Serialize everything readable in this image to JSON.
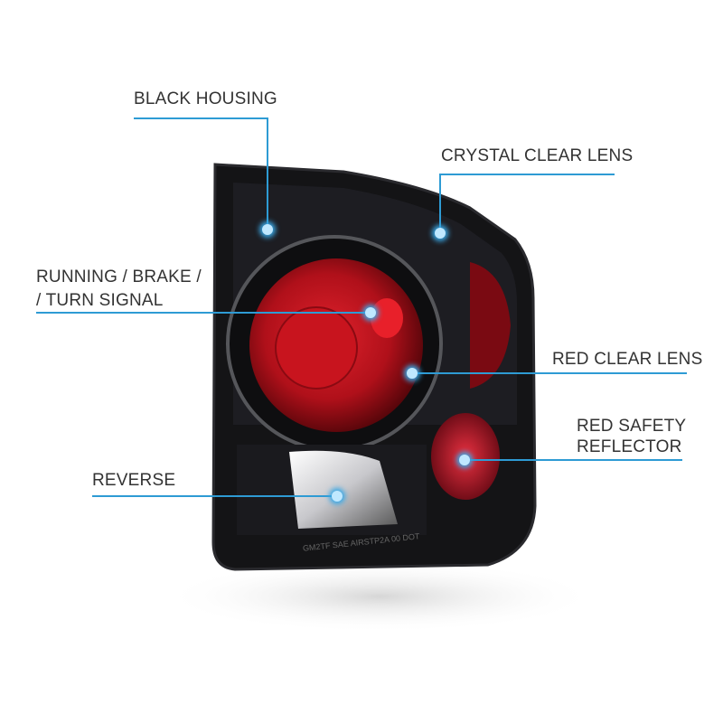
{
  "callouts": {
    "black_housing": "BLACK HOUSING",
    "crystal_clear_lens": "CRYSTAL CLEAR LENS",
    "running_brake_line1": "RUNNING / BRAKE /",
    "running_brake_line2": "/ TURN SIGNAL",
    "red_clear_lens": "RED CLEAR LENS",
    "red_safety_line1": "RED SAFETY",
    "red_safety_line2": "REFLECTOR",
    "reverse": "REVERSE"
  },
  "lens_marking": "GM2TF SAE AIRSTP2A 00 DOT",
  "colors": {
    "callout_line": "#2e9bd4",
    "housing": "#141416",
    "lens_red": "#c0141e"
  }
}
